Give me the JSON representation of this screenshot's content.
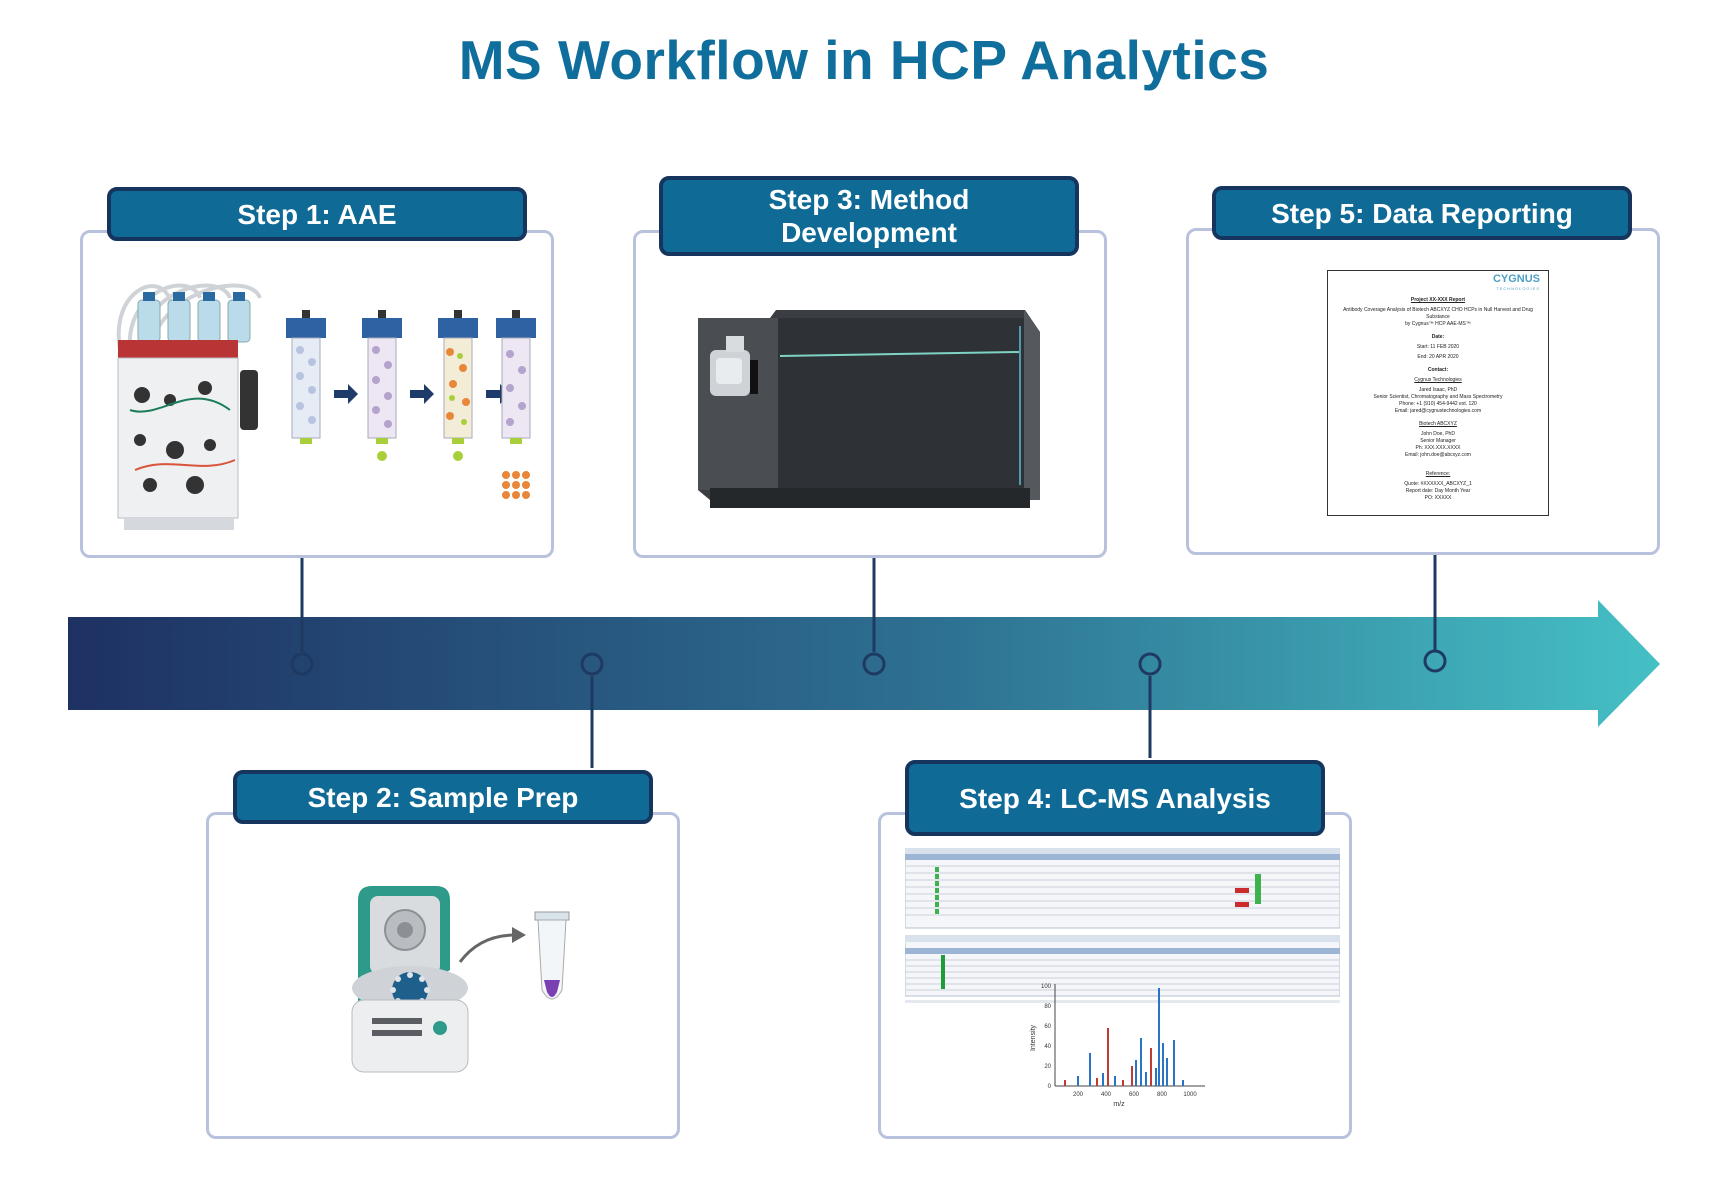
{
  "title": "MS Workflow in HCP Analytics",
  "steps": [
    {
      "label": "Step 1: AAE"
    },
    {
      "label": "Step 2: Sample Prep"
    },
    {
      "label": "Step 3: Method Development"
    },
    {
      "label": "Step 4: LC-MS Analysis"
    },
    {
      "label": "Step 5: Data Reporting"
    }
  ],
  "report": {
    "logo": "CYGNUS",
    "logo_sub": "TECHNOLOGIES",
    "project": "Project XX-XXX Report",
    "line1": "Antibody Coverage Analysis of Biotech ABCXYZ CHO HCPs in Null Harvest and Drug Substance",
    "line2": "by Cygnus™ HCP AAE-MS™",
    "date_label": "Date:",
    "start": "Start: 11 FEB 2020",
    "end": "End: 20 APR 2020",
    "contact_label": "Contact:",
    "company": "Cygnus Technologies",
    "name1": "Jared Isaac, PhD",
    "role1": "Senior Scientist, Chromatography and Mass Spectrometry",
    "phone1": "Phone: +1 (910) 454-9442 ext. 120",
    "email1": "Email: jared@cygnustechnologies.com",
    "client": "Biotech ABCXYZ",
    "name2": "John Doe, PhD",
    "role2": "Senior Manager",
    "phone2": "Ph: XXX.XXX.XXXX",
    "email2": "Email: john.doe@abcxyz.com",
    "ref_label": "Reference:",
    "quote": "Quote: #XXXXXX_ABCXYZ_1",
    "report_date": "Report date: Day Month Year",
    "po": "PO: XXXXX"
  },
  "spectrum": {
    "ylabel": "Intensity",
    "xlabel": "m/z",
    "yticks": [
      "0",
      "20",
      "40",
      "60",
      "80",
      "100"
    ],
    "xticks": [
      "200",
      "400",
      "600",
      "800",
      "1000"
    ]
  },
  "colors": {
    "title": "#0f6e9c",
    "label_fill": "#0f6b96",
    "label_border": "#16355e",
    "arrow_start": "#1e3163",
    "arrow_end": "#45c0c5",
    "card_border": "#b9c2dd"
  }
}
